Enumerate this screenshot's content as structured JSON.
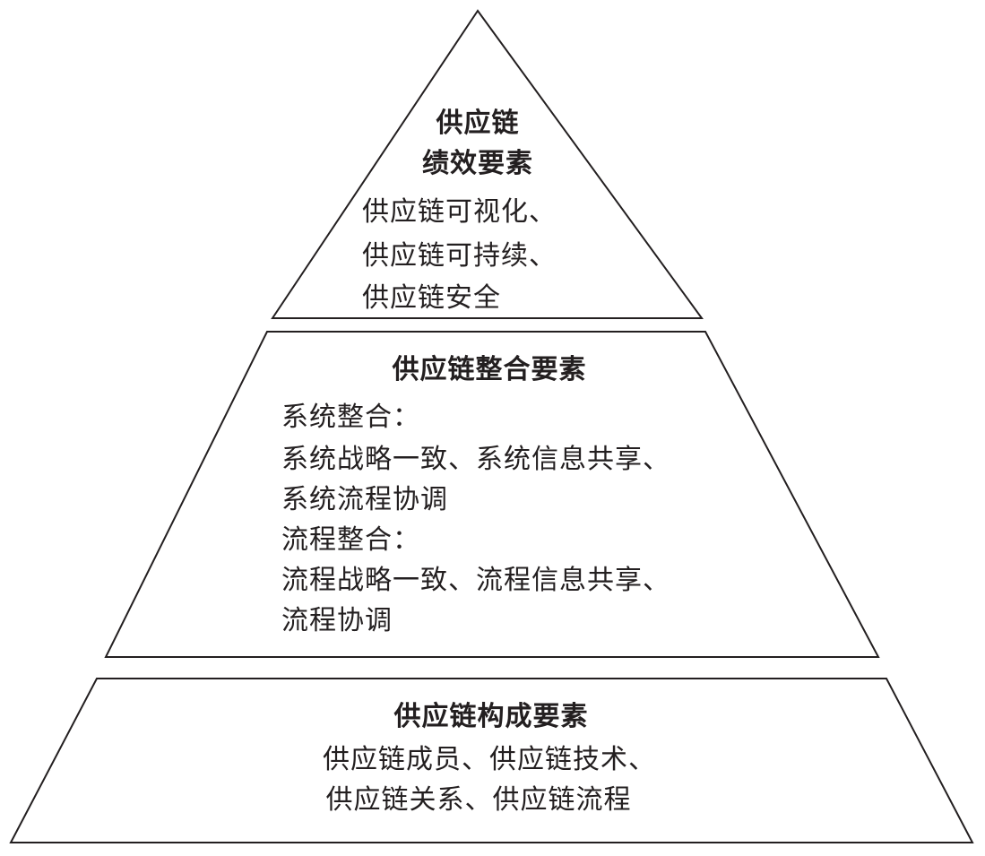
{
  "colors": {
    "stroke": "#231f20",
    "fill": "#ffffff",
    "text": "#231f20"
  },
  "top": {
    "title_line1": "供应链",
    "title_line2": "绩效要素",
    "lines": [
      "供应链可视化、",
      "供应链可持续、",
      "供应链安全"
    ]
  },
  "middle": {
    "title": "供应链整合要素",
    "lines": [
      "系统整合：",
      "系统战略一致、系统信息共享、",
      "系统流程协调",
      "流程整合：",
      "流程战略一致、流程信息共享、",
      "流程协调"
    ]
  },
  "bottom": {
    "title": "供应链构成要素",
    "lines": [
      "供应链成员、供应链技术、",
      "供应链关系、供应链流程"
    ]
  }
}
